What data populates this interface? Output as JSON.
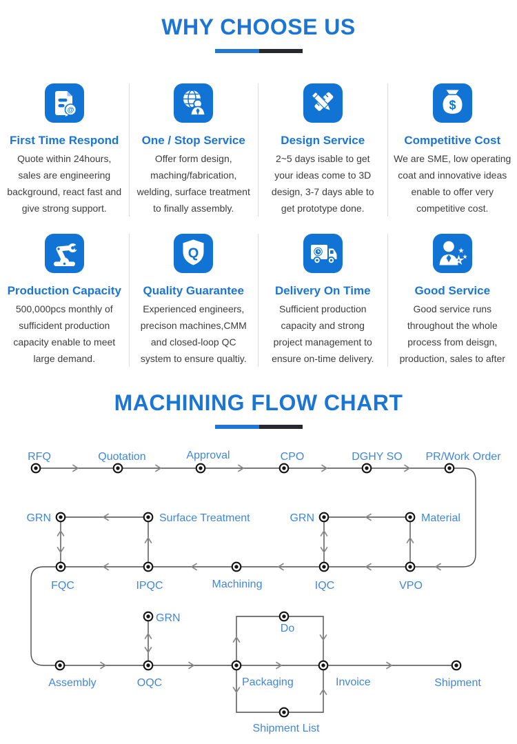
{
  "theme": {
    "accent_blue": "#1b76d3",
    "icon_background_blue": "#1173d3",
    "flow_label_blue": "#4187d9",
    "underline_blue": "#2277d4",
    "underline_dark": "#25282c",
    "body_text": "#3c3c3c",
    "divider_gray": "#dcdcdc"
  },
  "why_choose_us": {
    "title": "WHY CHOOSE US",
    "cards": [
      {
        "icon": "document-chat-icon",
        "icon_glyph": "@",
        "title": "First Time Respond",
        "text": "Quote within 24hours,\nsales are engineering\nbackground, react fast and\ngive strong support."
      },
      {
        "icon": "globe-user-icon",
        "title": "One / Stop Service",
        "text": "Offer form design,\nmaching/fabrication,\nwelding, surface treatment\nto finally assembly."
      },
      {
        "icon": "pencil-ruler-icon",
        "title": "Design Service",
        "text": "2~5 days isable to get\nyour ideas come to 3D\ndesign, 3-7 days able to\nget prototype done."
      },
      {
        "icon": "money-bag-icon",
        "icon_glyph": "$",
        "title": "Competitive Cost",
        "text": "We are SME, low operating\ncoat and innovative ideas\nenable to offer very\ncompetitive cost."
      },
      {
        "icon": "robot-arm-icon",
        "title": "Production Capacity",
        "text": "500,000pcs monthly of\nsufficident production\ncapacity enable to meet\nlarge demand."
      },
      {
        "icon": "shield-quality-icon",
        "icon_glyph": "Q",
        "title": "Quality Guarantee",
        "text": "Experienced engineers,\nprecison machines,CMM\nand closed-loop QC\nsystem to ensure qualtiy."
      },
      {
        "icon": "truck-clock-icon",
        "title": "Delivery On Time",
        "text": "Sufficient production\ncapacity and strong\nproject management to\nensure on-time delivery."
      },
      {
        "icon": "user-stars-icon",
        "title": "Good Service",
        "text": "Good service runs\nthroughout the whole\nprocess from deisgn,\nproduction, sales to after"
      }
    ]
  },
  "flow_chart": {
    "title": "MACHINING FLOW CHART",
    "row1": [
      "RFQ",
      "Quotation",
      "Approval",
      "CPO",
      "DGHY SO",
      "PR/Work Order"
    ],
    "row2": [
      "GRN",
      "Surface Treatment",
      "GRN",
      "Material"
    ],
    "row3": [
      "FQC",
      "IPQC",
      "Machining",
      "IQC",
      "VPO"
    ],
    "oqc_grn": "GRN",
    "row4": [
      "Assembly",
      "OQC",
      "Packaging",
      "Invoice",
      "Shipment"
    ],
    "do": "Do",
    "shipment_list": "Shipment List"
  }
}
